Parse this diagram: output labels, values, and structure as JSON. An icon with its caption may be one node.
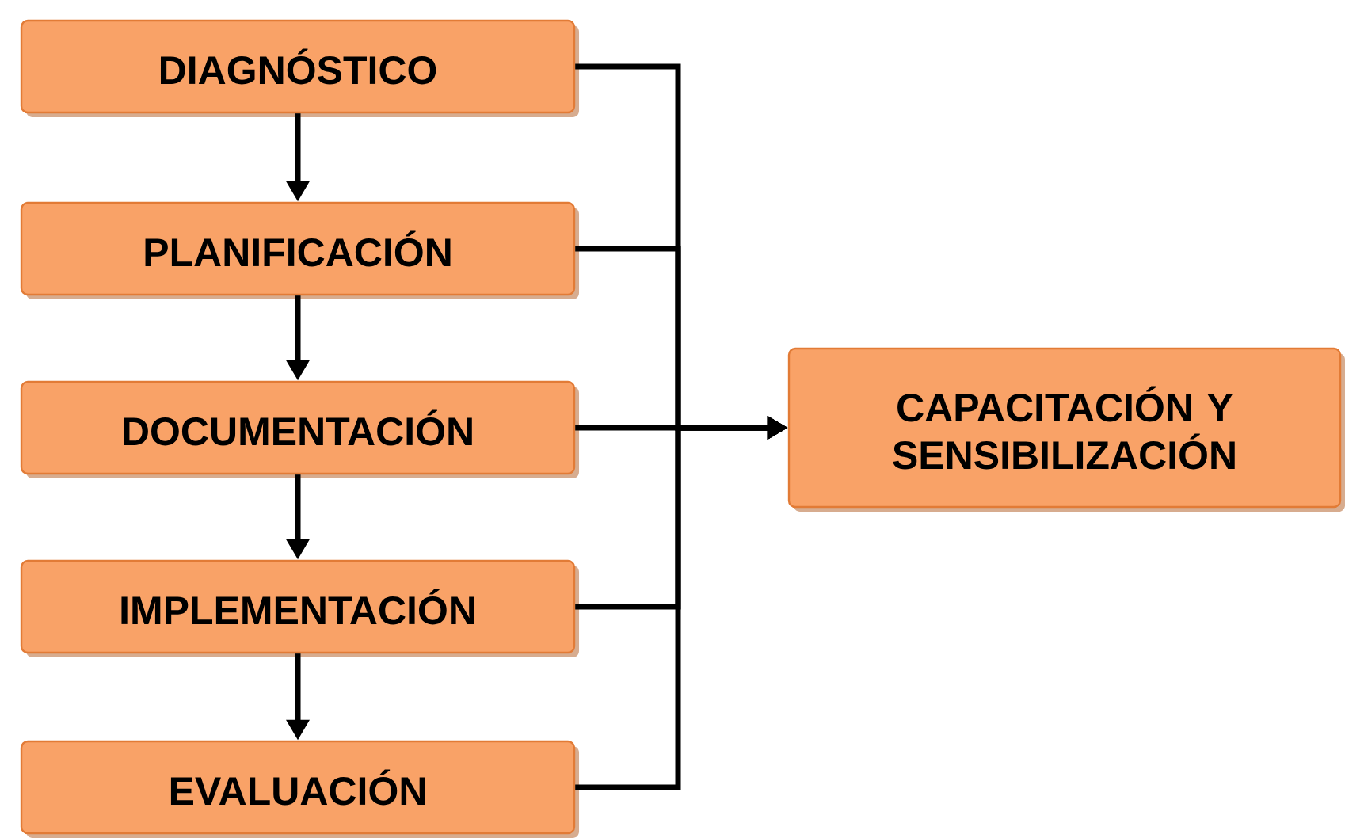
{
  "diagram": {
    "nodes": [
      {
        "text": [
          "DIAGNÓSTICO"
        ]
      },
      {
        "text": [
          "PLANIFICACIÓN"
        ]
      },
      {
        "text": [
          "DOCUMENTACIÓN"
        ]
      },
      {
        "text": [
          "IMPLEMENTACIÓN"
        ]
      },
      {
        "text": [
          "EVALUACIÓN"
        ]
      },
      {
        "text": [
          "CAPACITACIÓN Y SENSIBILIZACIÓN"
        ]
      }
    ],
    "edges": [
      {
        "from": 0,
        "to": 1,
        "arrow": "to"
      },
      {
        "from": 1,
        "to": 2,
        "arrow": "to"
      },
      {
        "from": 2,
        "to": 3,
        "arrow": "to"
      },
      {
        "from": 3,
        "to": 4,
        "arrow": "to"
      },
      {
        "from": 0,
        "to": 5,
        "arrow": "to"
      },
      {
        "from": 1,
        "to": 5,
        "arrow": "to"
      },
      {
        "from": 2,
        "to": 5,
        "arrow": "to"
      },
      {
        "from": 3,
        "to": 5,
        "arrow": "to"
      },
      {
        "from": 4,
        "to": 5,
        "arrow": "to"
      }
    ]
  }
}
